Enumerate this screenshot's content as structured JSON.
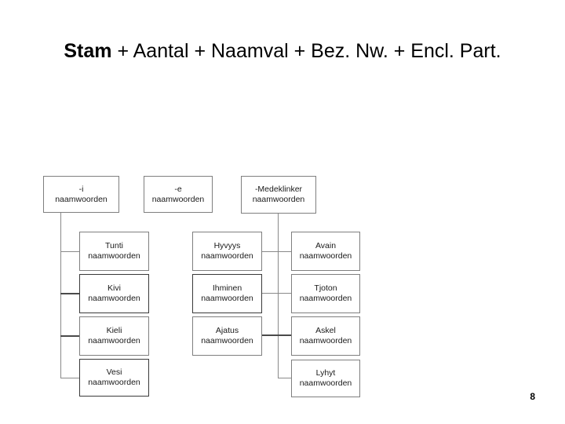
{
  "slide": {
    "title_bold": "Stam",
    "title_rest": " + Aantal + Naamval + Bez. Nw. + Encl. Part.",
    "page_number": "8"
  },
  "diagram": {
    "type": "tree",
    "columns": [
      {
        "id": "col-i",
        "header": {
          "line1": "-i",
          "line2": "naamwoorden"
        },
        "children": [
          {
            "line1": "Tunti",
            "line2": "naamwoorden"
          },
          {
            "line1": "Kivi",
            "line2": "naamwoorden"
          },
          {
            "line1": "Kieli",
            "line2": "naamwoorden"
          },
          {
            "line1": "Vesi",
            "line2": "naamwoorden"
          }
        ]
      },
      {
        "id": "col-e",
        "header": {
          "line1": "-e",
          "line2": "naamwoorden"
        },
        "children": [
          {
            "line1": "Hyvyys",
            "line2": "naamwoorden"
          },
          {
            "line1": "Ihminen",
            "line2": "naamwoorden"
          },
          {
            "line1": "Ajatus",
            "line2": "naamwoorden"
          }
        ]
      },
      {
        "id": "col-medeklinker",
        "header": {
          "line1": "-Medeklinker",
          "line2": "naamwoorden"
        },
        "children": [
          {
            "line1": "Avain",
            "line2": "naamwoorden"
          },
          {
            "line1": "Tjoton",
            "line2": "naamwoorden"
          },
          {
            "line1": "Askel",
            "line2": "naamwoorden"
          },
          {
            "line1": "Lyhyt",
            "line2": "naamwoorden"
          }
        ]
      }
    ]
  },
  "colors": {
    "box_border": "#7f7f7f",
    "box_border_dark": "#3a3a3a",
    "connector": "#8a8a8a",
    "text": "#1a1a1a",
    "background": "#ffffff"
  }
}
